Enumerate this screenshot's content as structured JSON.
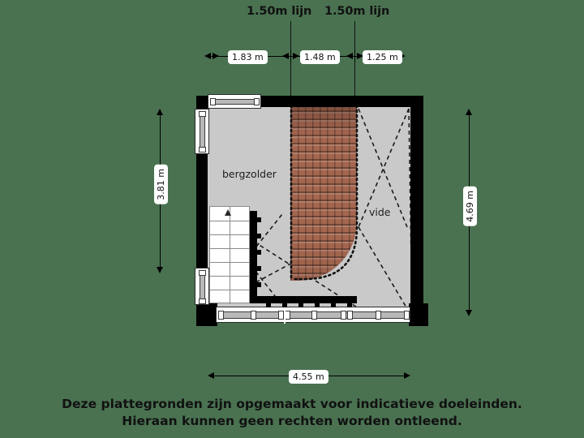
{
  "meta": {
    "background_color": "#4a7251",
    "wall_color": "#000000",
    "floor_color": "#c9c9c9",
    "roof_color": "#a4664f",
    "label_color": "#111111"
  },
  "top_annotations": {
    "lijn_left_label": "1.50m lijn",
    "lijn_right_label": "1.50m lijn"
  },
  "dimensions": {
    "top_segments": [
      {
        "value": "1.83 m"
      },
      {
        "value": "1.48 m"
      },
      {
        "value": "1.25 m"
      }
    ],
    "left_vertical": "3.81 m",
    "right_vertical": "4.69 m",
    "bottom_total": "4.55 m"
  },
  "rooms": [
    {
      "name": "bergzolder"
    },
    {
      "name": "vide"
    }
  ],
  "plan": {
    "stairs_direction_icon": "up-arrow-icon",
    "roof_icon": "roof-tiles-icon"
  },
  "footer": {
    "line1": "Deze plattegronden zijn opgemaakt voor indicatieve doeleinden.",
    "line2": "Hieraan kunnen geen rechten worden ontleend."
  }
}
